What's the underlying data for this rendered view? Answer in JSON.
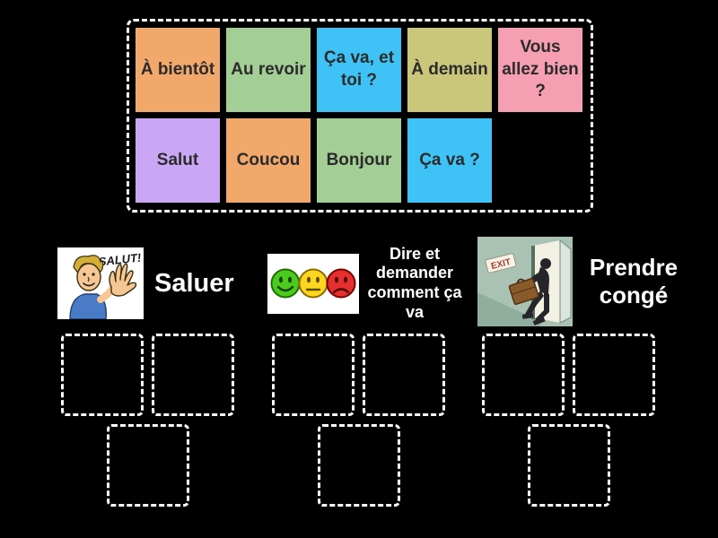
{
  "colors": {
    "background": "#000000",
    "zone_border": "#ffffff",
    "tile_text": "#2b2b2b",
    "label_text": "#ffffff",
    "tile_orange": "#F2A76B",
    "tile_green": "#A3CE95",
    "tile_blue": "#3FC3F7",
    "tile_olive": "#CBC77A",
    "tile_pink": "#F79FB2",
    "tile_purple": "#CBA6F5"
  },
  "word_bank": {
    "tiles": [
      {
        "label": "À bientôt",
        "color": "#F2A76B"
      },
      {
        "label": "Au revoir",
        "color": "#A3CE95"
      },
      {
        "label": "Ça va, et toi ?",
        "color": "#3FC3F7"
      },
      {
        "label": "À demain",
        "color": "#CBC77A"
      },
      {
        "label": "Vous allez bien ?",
        "color": "#F79FB2"
      },
      {
        "label": "Salut",
        "color": "#CBA6F5"
      },
      {
        "label": "Coucou",
        "color": "#F2A76B"
      },
      {
        "label": "Bonjour",
        "color": "#A3CE95"
      },
      {
        "label": "Ça va ?",
        "color": "#3FC3F7"
      }
    ]
  },
  "groups": [
    {
      "label": "Saluer",
      "icon": "waving-man-salut-image",
      "slots": 3
    },
    {
      "label": "Dire et demander comment ça va",
      "icon": "three-smiley-faces-image",
      "slots": 3
    },
    {
      "label": "Prendre congé",
      "icon": "exit-door-image",
      "slots": 3
    }
  ],
  "icon_texts": {
    "salut_speech": "SALUT!",
    "exit_sign": "EXIT"
  }
}
